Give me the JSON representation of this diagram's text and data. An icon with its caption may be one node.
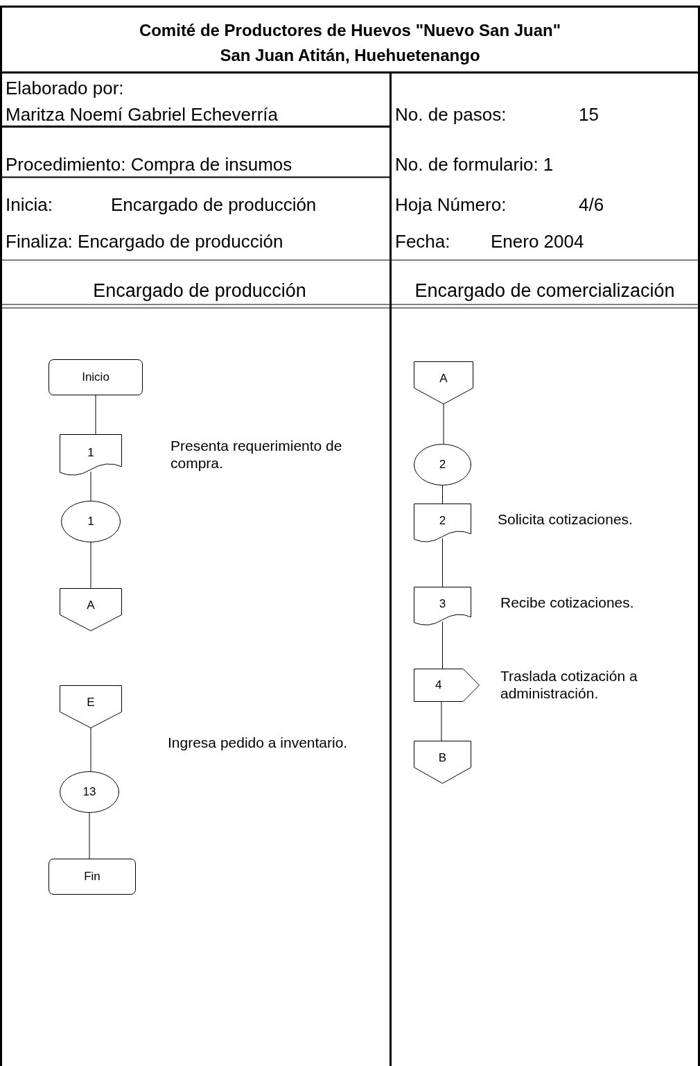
{
  "diagram": {
    "title": "Comité de Productores de Huevos \"Nuevo San Juan\"",
    "nodes": [
      {
        "text": [
          "Inicio"
        ]
      },
      {
        "text": [
          "1"
        ],
        "beside": [
          "Presenta requerimiento de compra."
        ]
      },
      {
        "text": [
          "1"
        ]
      },
      {
        "text": [
          "A"
        ]
      },
      {
        "text": [
          "E"
        ]
      },
      {
        "text": [
          "13"
        ],
        "beside": [
          "Ingresa pedido a inventario."
        ]
      },
      {
        "text": [
          "Fin"
        ]
      },
      {
        "text": [
          "A"
        ]
      },
      {
        "text": [
          "2"
        ]
      },
      {
        "text": [
          "2"
        ],
        "beside": [
          "Solicita cotizaciones."
        ]
      },
      {
        "text": [
          "3"
        ],
        "beside": [
          "Recibe cotizaciones."
        ]
      },
      {
        "text": [
          "4"
        ],
        "beside": [
          "Traslada cotización a administración."
        ]
      },
      {
        "text": [
          "B"
        ]
      }
    ],
    "edges": [
      {
        "from": 0,
        "to": 1,
        "arrow": "none"
      },
      {
        "from": 1,
        "to": 2,
        "arrow": "none"
      },
      {
        "from": 2,
        "to": 3,
        "arrow": "none"
      },
      {
        "from": 4,
        "to": 5,
        "arrow": "none"
      },
      {
        "from": 5,
        "to": 6,
        "arrow": "none"
      },
      {
        "from": 7,
        "to": 8,
        "arrow": "none"
      },
      {
        "from": 8,
        "to": 9,
        "arrow": "none"
      },
      {
        "from": 9,
        "to": 10,
        "arrow": "none"
      },
      {
        "from": 10,
        "to": 11,
        "arrow": "none"
      },
      {
        "from": 11,
        "to": 12,
        "arrow": "none"
      }
    ],
    "labels": [
      "San Juan Atitán, Huehuetenango",
      "Elaborado por:",
      "Maritza Noemí Gabriel Echeverría",
      "No. de pasos:",
      "15",
      "Procedimiento: Compra de insumos",
      "No. de formulario: 1",
      "Inicia:",
      "Encargado de producción",
      "Hoja Número:",
      "4/6",
      "Finaliza: Encargado de producción",
      "Fecha:",
      "Enero 2004",
      "Encargado de producción",
      "Encargado de comercialización"
    ]
  }
}
